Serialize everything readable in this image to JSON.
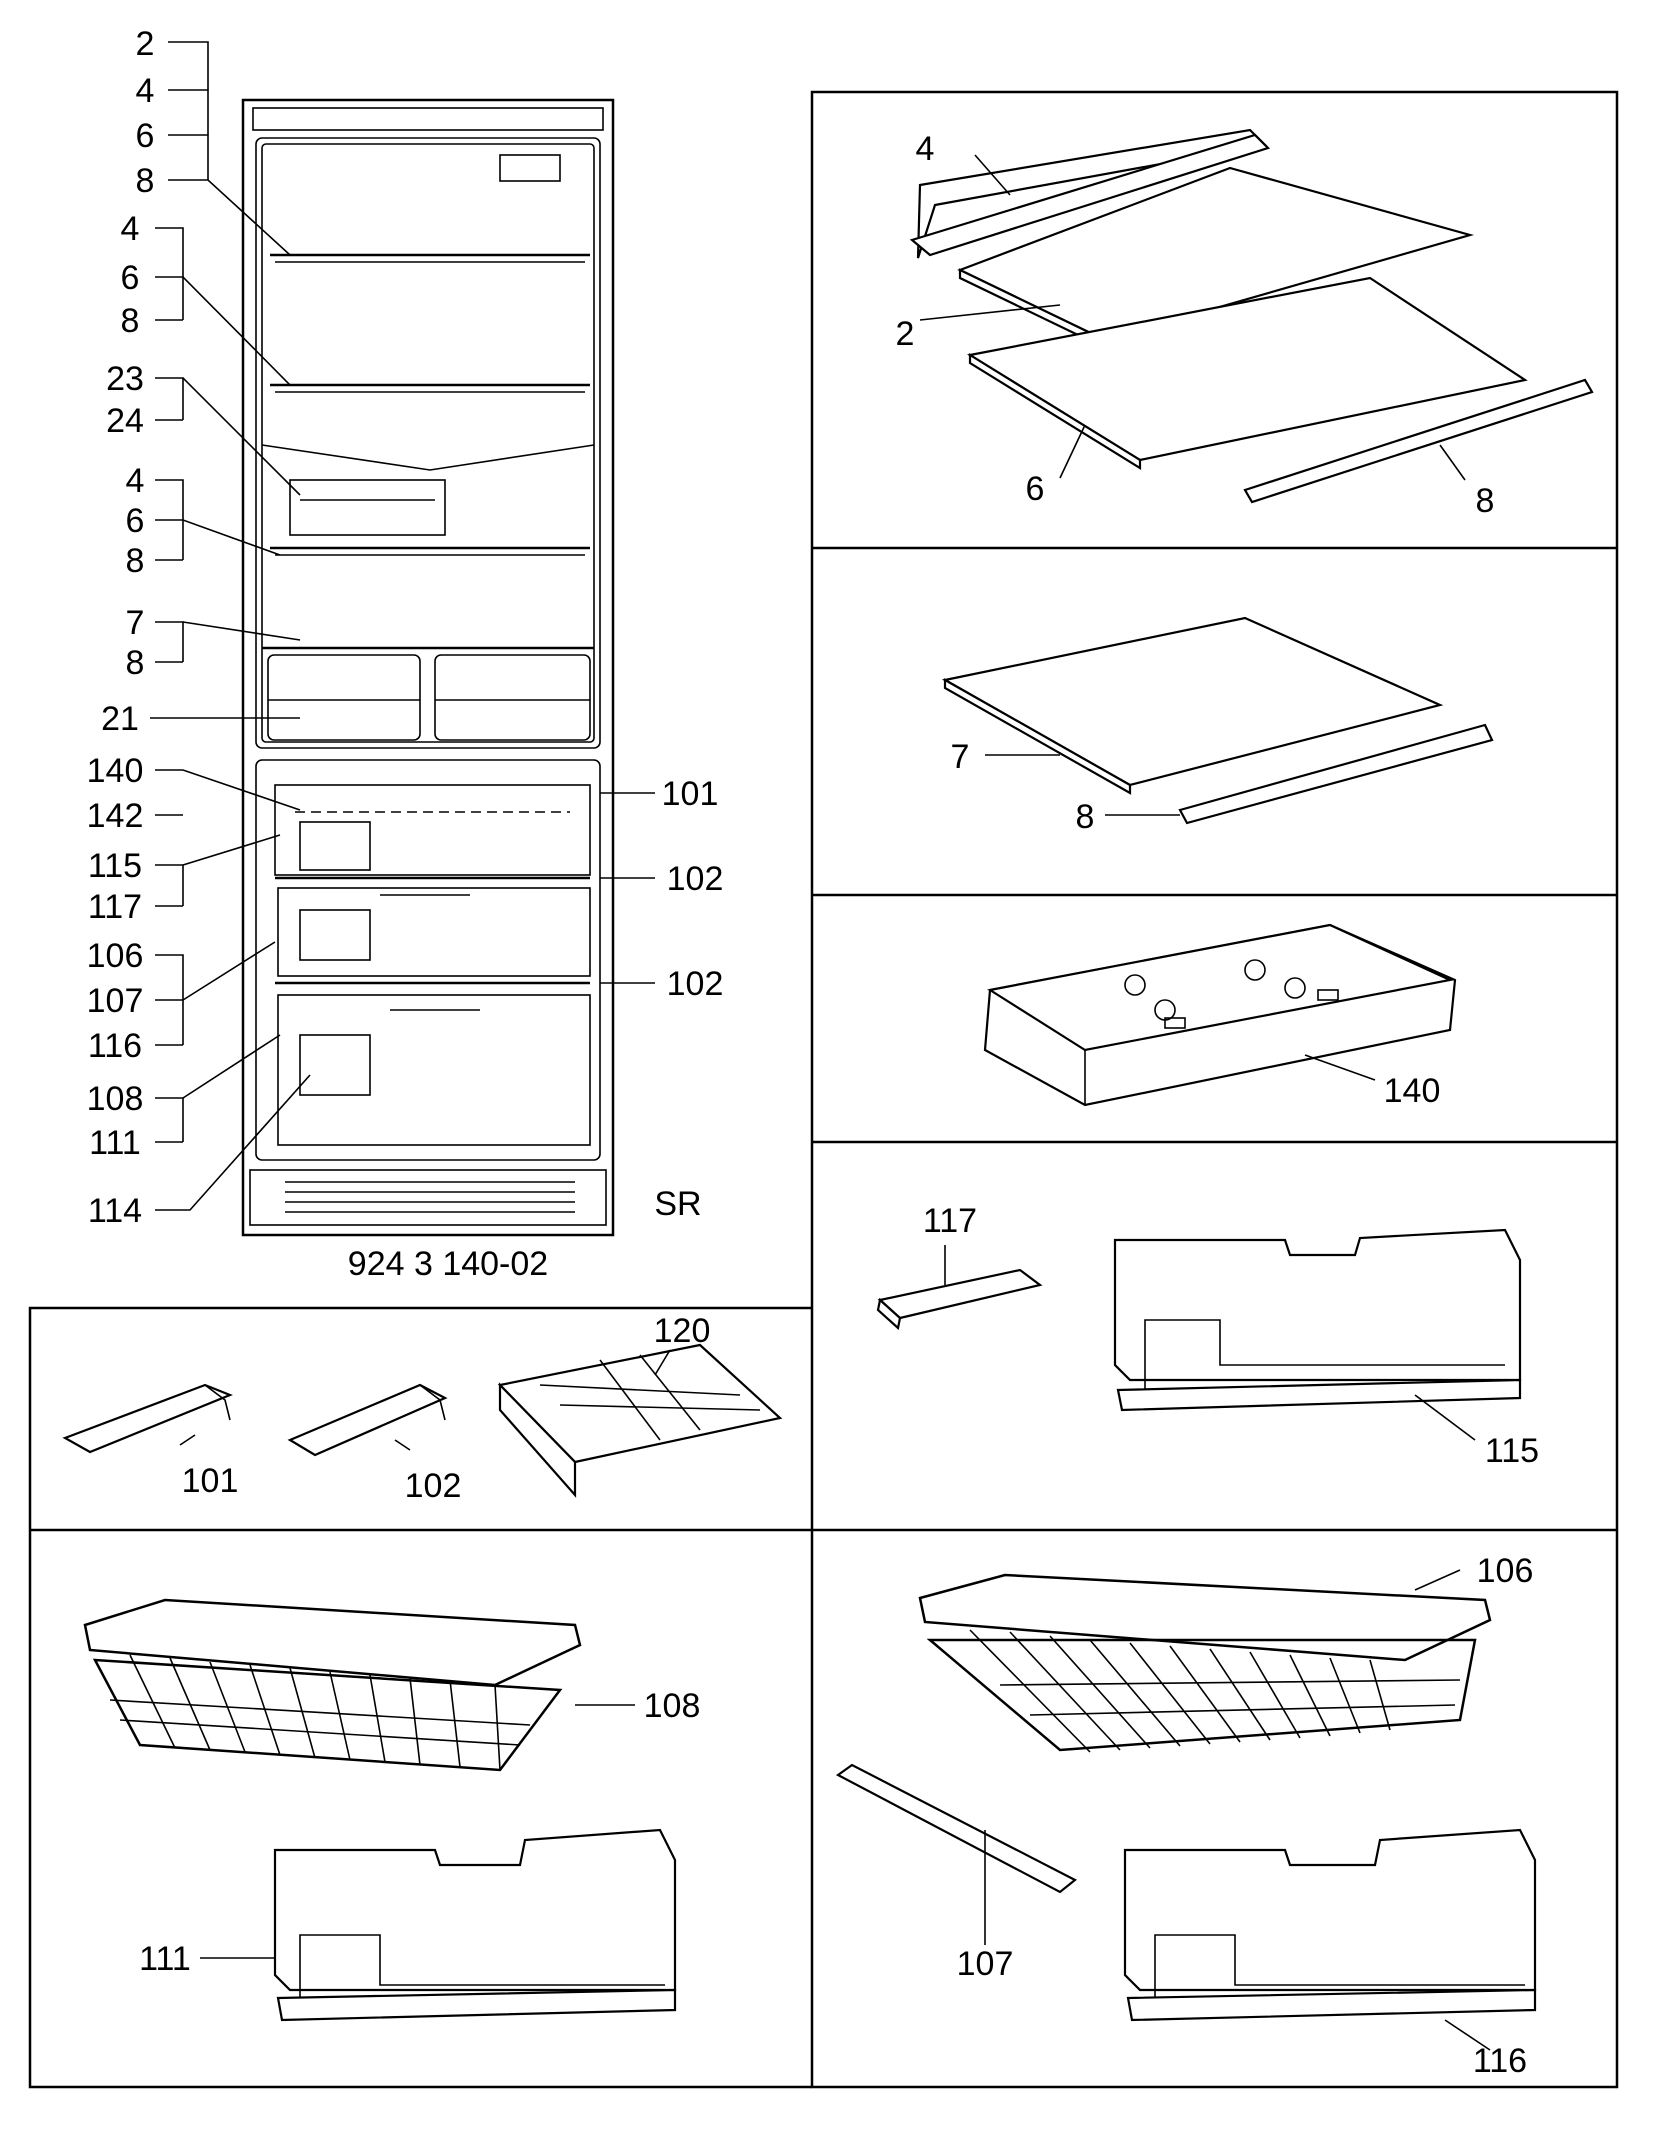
{
  "diagram": {
    "drawing_number": "924 3 140-02",
    "model_code": "SR",
    "overview_labels": {
      "shelf_top": [
        "2",
        "4",
        "6",
        "8"
      ],
      "shelf_2": [
        "4",
        "6",
        "8"
      ],
      "dairy": [
        "23",
        "24"
      ],
      "shelf_3": [
        "4",
        "6",
        "8"
      ],
      "crisper_cover": [
        "7",
        "8"
      ],
      "crisper": "21",
      "freezer_top": [
        "140",
        "142",
        "115",
        "117"
      ],
      "freezer_mid": [
        "106",
        "107",
        "116"
      ],
      "freezer_bottom": [
        "108",
        "111"
      ],
      "freezer_panel": "114",
      "rail_upper": "101",
      "rail_mid": "102",
      "rail_lower": "102"
    },
    "panels": {
      "glass_shelf": {
        "trim_front": "4",
        "glass_top": "2",
        "glass_bottom": "6",
        "trim_rear": "8"
      },
      "crisper_cover": {
        "glass": "7",
        "trim": "8"
      },
      "ice_pack": {
        "label": "140"
      },
      "freezer_flap": {
        "clip": "117",
        "flap": "115"
      },
      "rails_and_tray": {
        "rail_a": "101",
        "rail_b": "102",
        "ice_tray": "120"
      },
      "basket_left": {
        "basket": "108",
        "flap": "111"
      },
      "basket_right": {
        "basket": "106",
        "divider": "107",
        "flap": "116"
      }
    }
  }
}
